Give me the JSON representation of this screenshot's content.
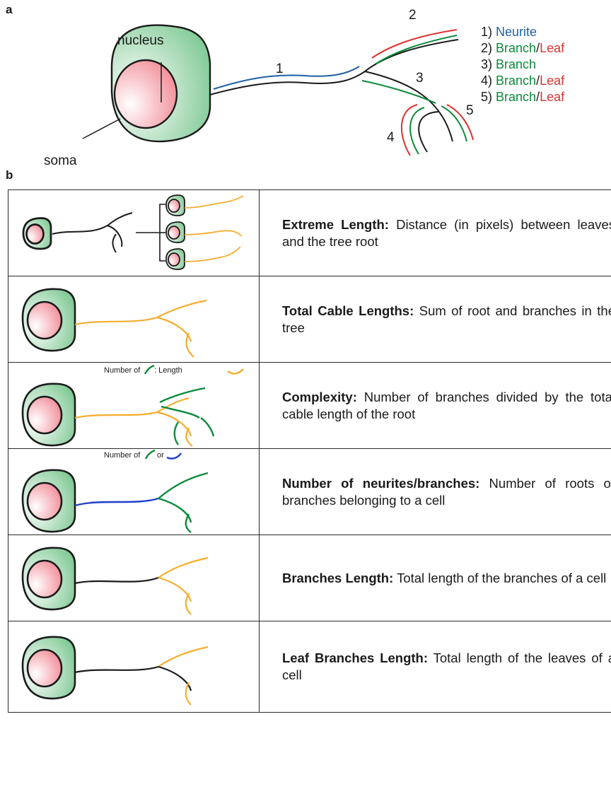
{
  "panel_a": {
    "label": "a",
    "nucleus_label": "nucleus",
    "soma_label": "soma",
    "numbers": [
      "1",
      "2",
      "3",
      "4",
      "5"
    ],
    "legend": [
      {
        "num": "1)",
        "parts": [
          {
            "text": "Neurite",
            "color": "#1f5fa8"
          }
        ]
      },
      {
        "num": "2)",
        "parts": [
          {
            "text": "Branch",
            "color": "#0b8a3a"
          },
          {
            "text": "/",
            "color": "#1a1a1a"
          },
          {
            "text": "Leaf",
            "color": "#e0312f"
          }
        ]
      },
      {
        "num": "3)",
        "parts": [
          {
            "text": "Branch",
            "color": "#0b8a3a"
          }
        ]
      },
      {
        "num": "4)",
        "parts": [
          {
            "text": "Branch",
            "color": "#0b8a3a"
          },
          {
            "text": "/",
            "color": "#1a1a1a"
          },
          {
            "text": "Leaf",
            "color": "#e0312f"
          }
        ]
      },
      {
        "num": "5)",
        "parts": [
          {
            "text": "Branch",
            "color": "#0b8a3a"
          },
          {
            "text": "/",
            "color": "#1a1a1a"
          },
          {
            "text": "Leaf",
            "color": "#e0312f"
          }
        ]
      }
    ]
  },
  "panel_b": {
    "label": "b",
    "rows": [
      {
        "term": "Extreme Length:",
        "text": "Distance (in pixels) between leaves and the tree root"
      },
      {
        "term": "Total Cable Lengths:",
        "text": "Sum of root and branches in the tree"
      },
      {
        "term": "Complexity:",
        "text": "Number of branches divided by the total cable length of the root",
        "annotation_a": "Number of",
        "annotation_b": ": Length"
      },
      {
        "term": "Number of neurites/branches:",
        "text": "Number of roots or branches belonging to a cell",
        "annotation_a": "Number of",
        "annotation_b": "or"
      },
      {
        "term": "Branches Length:",
        "text": "Total length of the branches of a cell"
      },
      {
        "term": "Leaf Branches Length:",
        "text": "Total length of the leaves of a cell"
      }
    ]
  },
  "colors": {
    "neurite": "#1f5fa8",
    "branch": "#0b8a3a",
    "leaf": "#e0312f",
    "measure": "#f5ad2e",
    "soma_fill": "#7cc98f",
    "nucleus_fill": "#f6a9b0",
    "outline": "#1a1a1a"
  }
}
